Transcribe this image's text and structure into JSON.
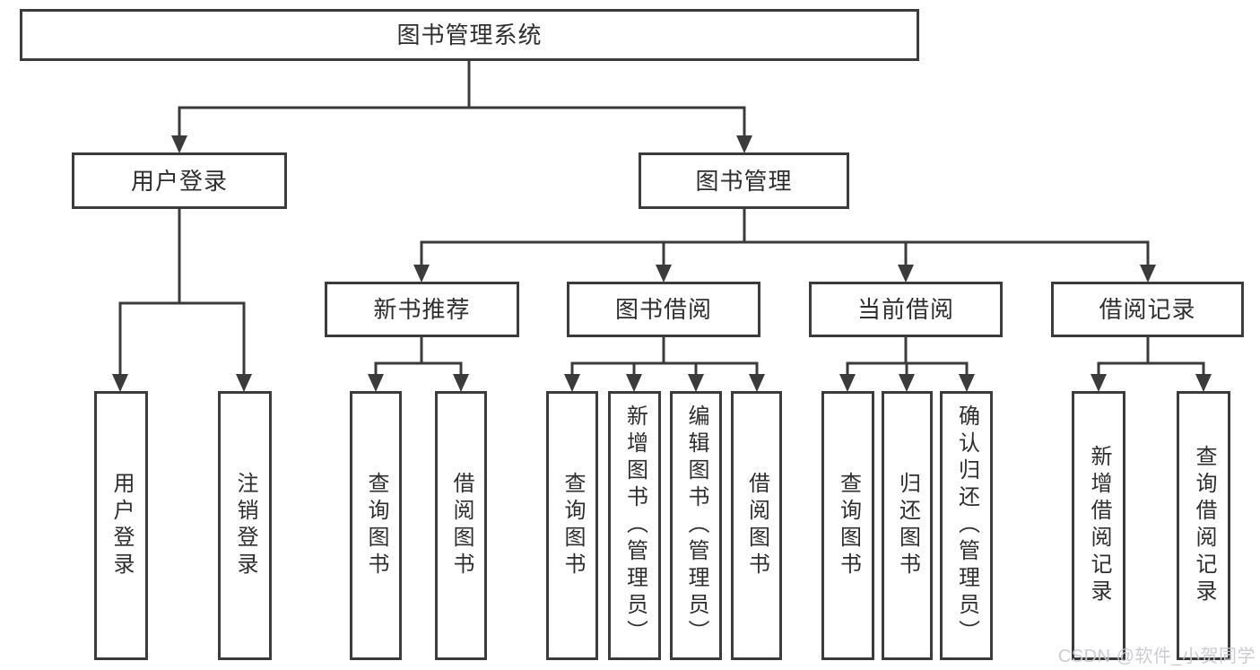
{
  "tree": {
    "label": "图书管理系统",
    "children": [
      {
        "label": "用户登录",
        "children": [
          {
            "label": "用户登录"
          },
          {
            "label": "注销登录"
          }
        ]
      },
      {
        "label": "图书管理",
        "children": [
          {
            "label": "新书推荐",
            "children": [
              {
                "label": "查询图书"
              },
              {
                "label": "借阅图书"
              }
            ]
          },
          {
            "label": "图书借阅",
            "children": [
              {
                "label": "查询图书"
              },
              {
                "label": "新增图书（管理员）"
              },
              {
                "label": "编辑图书（管理员）"
              },
              {
                "label": "借阅图书"
              }
            ]
          },
          {
            "label": "当前借阅",
            "children": [
              {
                "label": "查询图书"
              },
              {
                "label": "归还图书"
              },
              {
                "label": "确认归还（管理员）"
              }
            ]
          },
          {
            "label": "借阅记录",
            "children": [
              {
                "label": "新增借阅记录"
              },
              {
                "label": "查询借阅记录"
              }
            ]
          }
        ]
      }
    ]
  },
  "watermark": "CSDN @软件_小贺同学",
  "colors": {
    "line": "#3b3b3b",
    "text": "#2e2e2e",
    "background": "#ffffff",
    "watermark": "#c9c9d3"
  }
}
